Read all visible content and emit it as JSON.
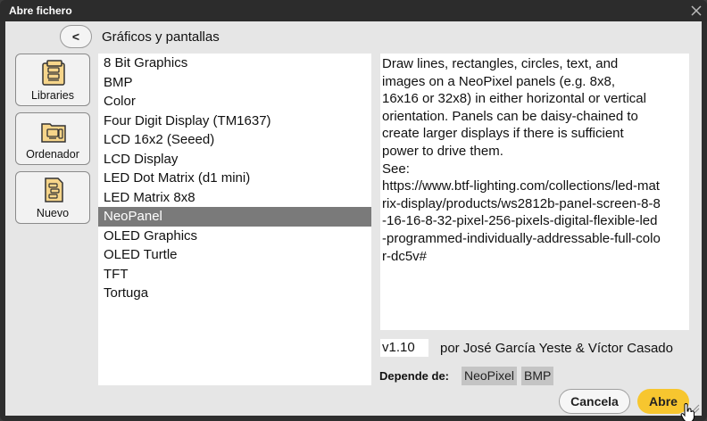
{
  "window": {
    "title": "Abre fichero"
  },
  "nav": {
    "back_label": "<",
    "breadcrumb": "Gráficos y pantallas"
  },
  "sidebar": {
    "items": [
      {
        "label": "Libraries",
        "icon": "library-books-icon"
      },
      {
        "label": "Ordenador",
        "icon": "computer-folder-icon"
      },
      {
        "label": "Nuevo",
        "icon": "new-file-icon"
      }
    ]
  },
  "file_list": {
    "items": [
      "8 Bit Graphics",
      "BMP",
      "Color",
      "Four Digit Display (TM1637)",
      "LCD 16x2 (Seeed)",
      "LCD Display",
      "LED Dot Matrix (d1 mini)",
      "LED Matrix 8x8",
      "NeoPanel",
      "OLED Graphics",
      "OLED Turtle",
      "TFT",
      "Tortuga"
    ],
    "selected_index": 8
  },
  "details": {
    "description_lines": [
      "Draw lines, rectangles, circles, text, and",
      "images on a NeoPixel panels (e.g. 8x8,",
      "16x16 or 32x8) in either horizontal or vertical",
      "orientation. Panels can be daisy-chained to",
      "create larger displays if there is sufficient",
      "power to drive them.",
      "See:",
      "https://www.btf-lighting.com/collections/led-mat",
      "rix-display/products/ws2812b-panel-screen-8-8",
      "-16-16-8-32-pixel-256-pixels-digital-flexible-led",
      "-programmed-individually-addressable-full-colo",
      "r-dc5v#"
    ],
    "version": "v1.10",
    "author": "por José García Yeste & Víctor Casado",
    "depends_label": "Depende de:",
    "dependencies": [
      "NeoPixel",
      "BMP"
    ]
  },
  "buttons": {
    "cancel_label": "Cancela",
    "open_label": "Abre"
  },
  "colors": {
    "accent": "#f7c62f",
    "selected_row": "#7a7a7a",
    "titlebar": "#2c2c2c"
  }
}
